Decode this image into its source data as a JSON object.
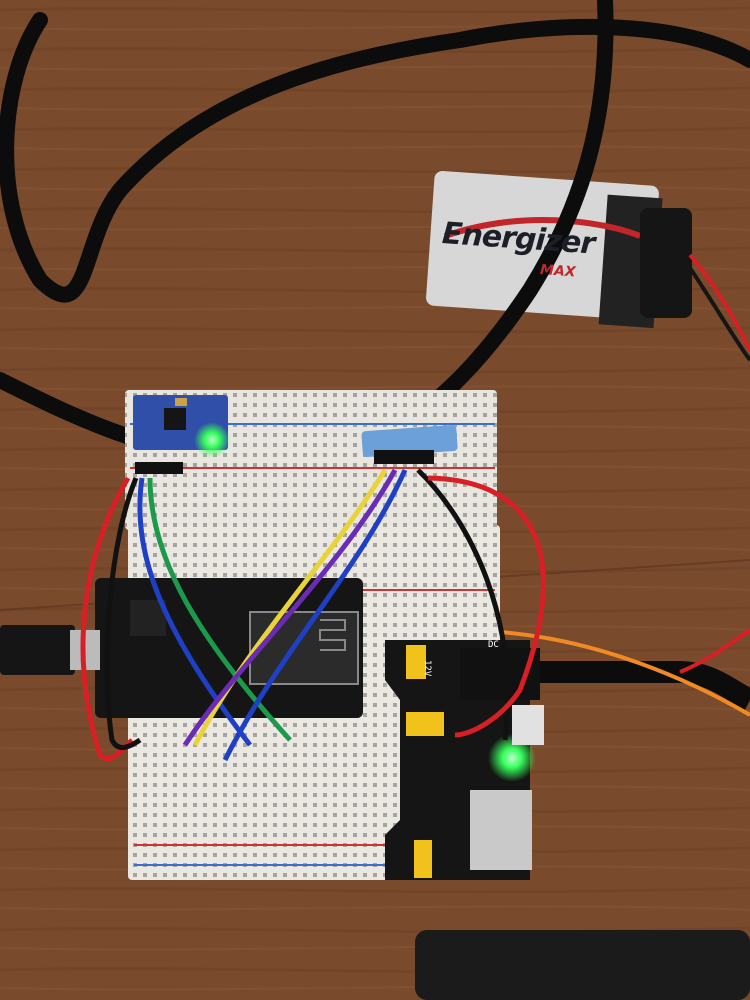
{
  "photo": {
    "subject": "breadboard circuit with ESP8266 NodeMCU, sensor module, Bluetooth module, breadboard power supply and 9V battery",
    "background": "wooden table"
  },
  "battery": {
    "brand": "Energizer",
    "sub": "MAX"
  },
  "power_module": {
    "dc_label": "DC",
    "voltage_label": "12V"
  },
  "colors": {
    "wood": "#7a4a2c",
    "breadboard": "#e9e6e0",
    "pcb": "#151515",
    "sensor_pcb": "#2f4fa8",
    "led_green": "#36ff5c",
    "wire_red": "#d81f26",
    "wire_green": "#1c9a4b",
    "wire_blue": "#1f3fc4",
    "wire_purple": "#6a2bb5",
    "wire_yellow": "#e9d33a",
    "wire_orange": "#f08a24",
    "jumper_yellow": "#f1c21b"
  }
}
